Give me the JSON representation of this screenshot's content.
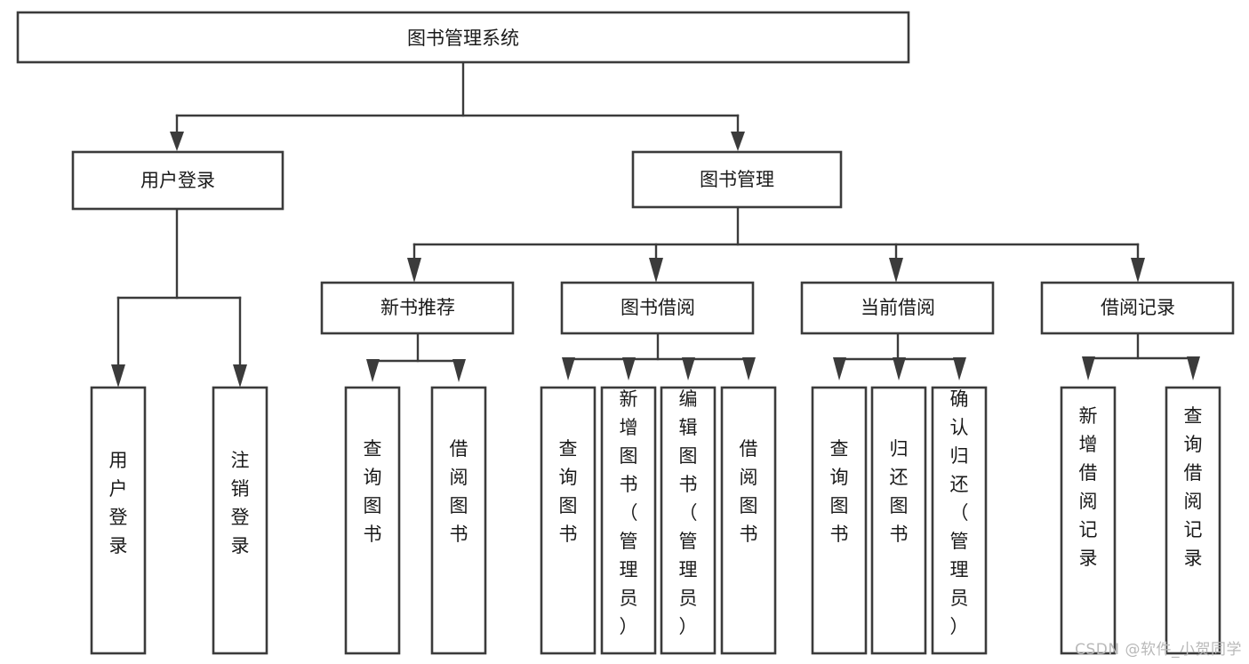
{
  "diagram": {
    "title": "图书管理系统",
    "type": "tree",
    "colors": {
      "background": "#ffffff",
      "box_fill": "#ffffff",
      "box_stroke": "#3b3b3b",
      "connector": "#3b3b3b",
      "text": "#1a1a1a",
      "watermark": "#b9b9b9"
    },
    "root": {
      "label": "图书管理系统"
    },
    "level2": [
      {
        "label": "用户登录"
      },
      {
        "label": "图书管理"
      }
    ],
    "level3": [
      {
        "label": "新书推荐"
      },
      {
        "label": "图书借阅"
      },
      {
        "label": "当前借阅"
      },
      {
        "label": "借阅记录"
      }
    ],
    "leaves": {
      "user_login": [
        {
          "label": "用户登录"
        },
        {
          "label": "注销登录"
        }
      ],
      "new_book_recommend": [
        {
          "label": "查询图书"
        },
        {
          "label": "借阅图书"
        }
      ],
      "book_borrow": [
        {
          "label": "查询图书"
        },
        {
          "label": "新增图书（管理员）"
        },
        {
          "label": "编辑图书（管理员）"
        },
        {
          "label": "借阅图书"
        }
      ],
      "current_borrow": [
        {
          "label": "查询图书"
        },
        {
          "label": "归还图书"
        },
        {
          "label": "确认归还（管理员）"
        }
      ],
      "borrow_record": [
        {
          "label": "新增借阅记录"
        },
        {
          "label": "查询借阅记录"
        }
      ]
    }
  },
  "watermark": {
    "text": "CSDN @软件_小贺同学"
  }
}
